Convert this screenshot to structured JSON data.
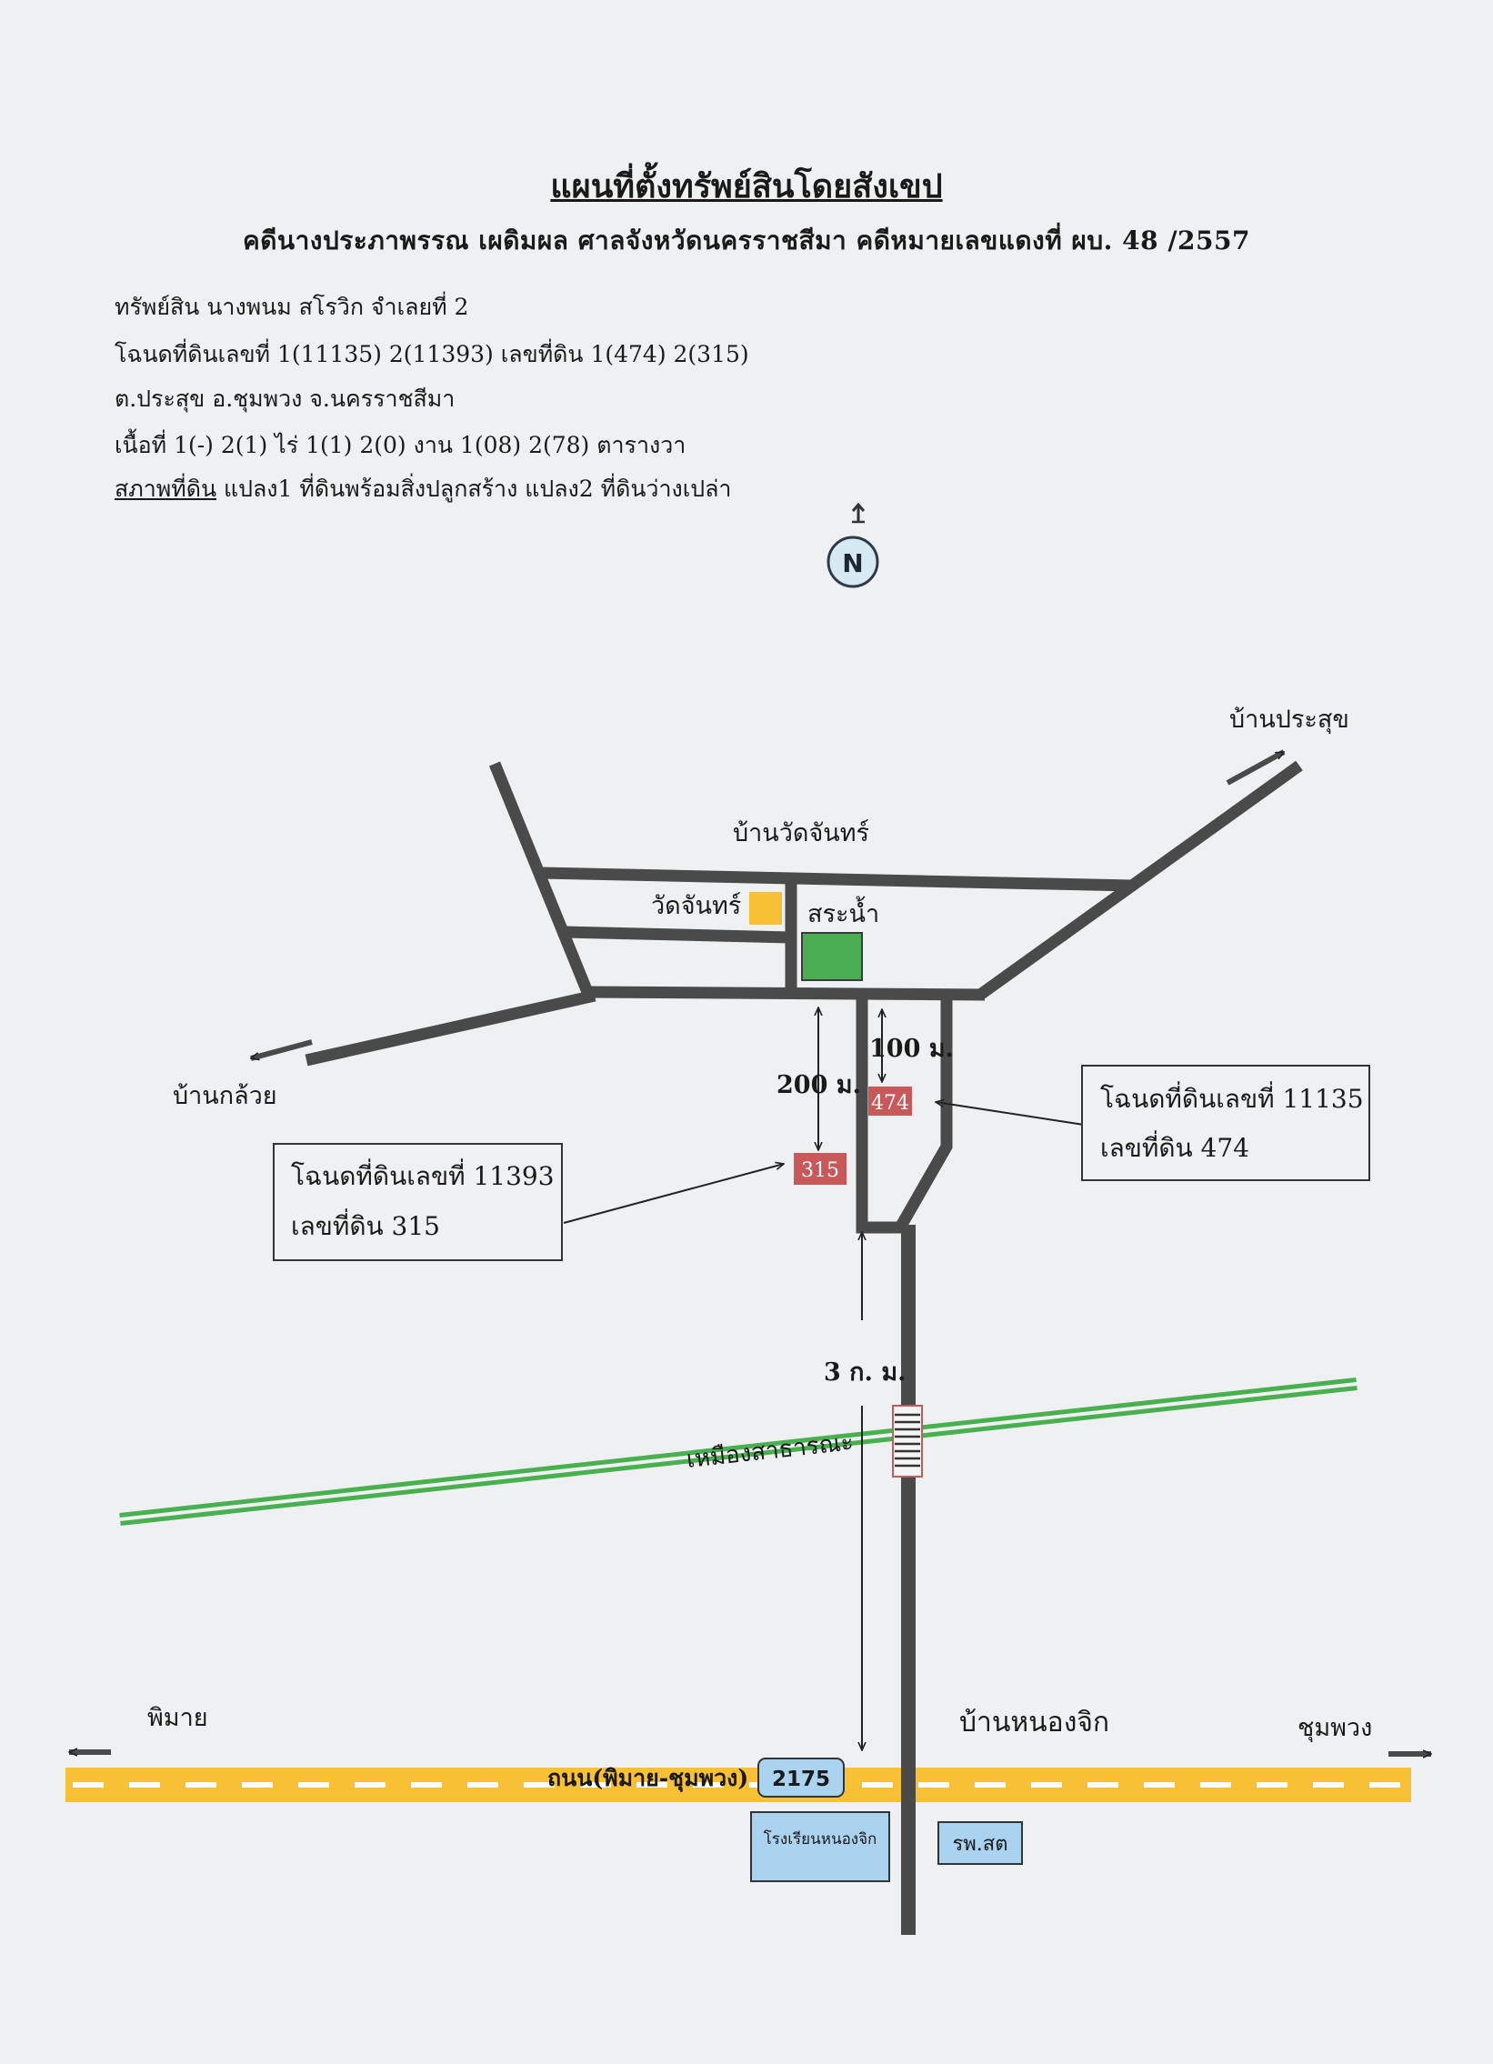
{
  "header": {
    "title": "แผนที่ตั้งทรัพย์สินโดยสังเขป",
    "subtitle": "คดีนางประภาพรรณ เผดิมผล ศาลจังหวัดนครราชสีมา คดีหมายเลขแดงที่ ผบ. 48 /2557"
  },
  "info": {
    "line1": "ทรัพย์สิน นางพนม สโรวิก จำเลยที่ 2",
    "line2": "โฉนดที่ดินเลขที่ 1(11135) 2(11393) เลขที่ดิน 1(474) 2(315)",
    "line3": "ต.ประสุข อ.ชุมพวง จ.นครราชสีมา",
    "line4": "เนื้อที่ 1(-) 2(1) ไร่ 1(1) 2(0) งาน 1(08) 2(78) ตารางวา",
    "line5_label": "สภาพที่ดิน",
    "line5_text": " แปลง1 ที่ดินพร้อมสิ่งปลูกสร้าง แปลง2 ที่ดินว่างเปล่า"
  },
  "compass": {
    "letter": "N",
    "icon": "north-arrow-icon"
  },
  "map": {
    "village_ban_prasuk": "บ้านประสุข",
    "village_ban_wat_chan": "บ้านวัดจันทร์",
    "wat_chan": "วัดจันทร์",
    "pond": "สระน้ำ",
    "village_ban_kluai": "บ้านกล้วย",
    "dist_100": "100 ม.",
    "dist_200": "200 ม.",
    "dist_3km": "3 ก. ม.",
    "plot_474": "474",
    "plot_315": "315",
    "callout_11135_line1": "โฉนดที่ดินเลขที่ 11135",
    "callout_11135_line2": "เลขที่ดิน 474",
    "callout_11393_line1": "โฉนดที่ดินเลขที่ 11393",
    "callout_11393_line2": "เลขที่ดิน 315",
    "canal": "เหมืองสาธารณะ",
    "phimai": "พิมาย",
    "ban_nong_chik": "บ้านหนองจิก",
    "chumphuang": "ชุมพวง",
    "road_name": "ถนน(พิมาย-ชุมพวง)",
    "road_number": "2175",
    "school": "โรงเรียนหนองจิก",
    "health_center": "รพ.สต"
  },
  "colors": {
    "road": "#4a4a4a",
    "main_road": "#f7c035",
    "canal": "#49b04f",
    "temple": "#f7c035",
    "pond": "#49ae52",
    "plot": "#c9585b",
    "building": "#a9d3ef"
  }
}
